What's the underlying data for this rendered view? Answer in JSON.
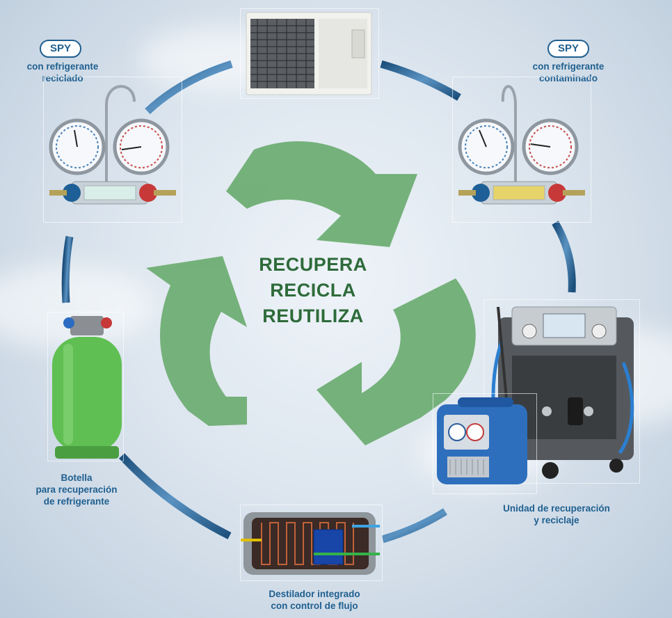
{
  "center": {
    "line1": "RECUPERA",
    "line2": "RECICLA",
    "line3": "REUTILIZA"
  },
  "spy_left": {
    "badge": "SPY",
    "line1": "con refrigerante",
    "line2": "reciclado"
  },
  "spy_right": {
    "badge": "SPY",
    "line1": "con refrigerante",
    "line2": "contaminado"
  },
  "bottle": {
    "line1": "Botella",
    "line2": "para recuperación",
    "line3": "de refrigerante"
  },
  "distiller": {
    "line1": "Destilador integrado",
    "line2": "con control de flujo"
  },
  "recovery_unit": {
    "line1": "Unidad de recuperación",
    "line2": "y reciclaje"
  },
  "colors": {
    "arrow_green": "#6fae74",
    "ring_blue": "#2f6d9c",
    "label_blue": "#1f5f8f",
    "center_text": "#2e6b3a"
  }
}
